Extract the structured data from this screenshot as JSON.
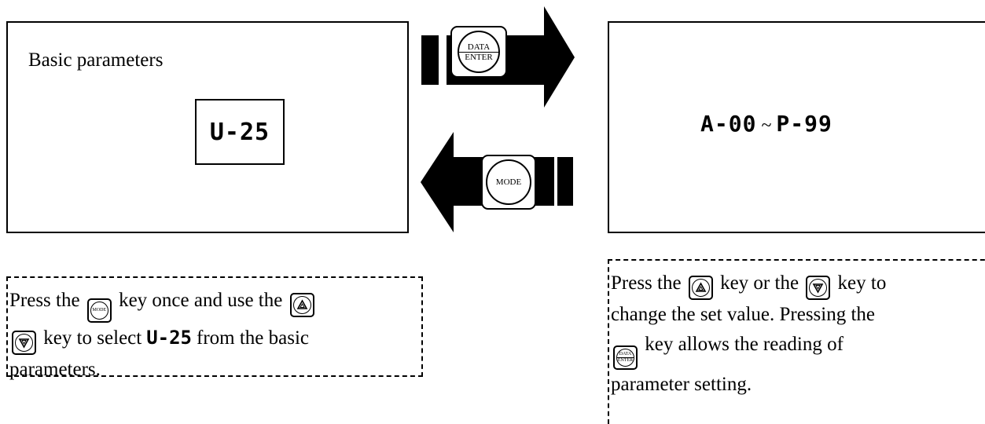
{
  "left_panel": {
    "title": "Basic parameters",
    "display_value": "U-25"
  },
  "right_panel": {
    "range_start": "A-00",
    "range_sep": "~",
    "range_end": "P-99"
  },
  "keys": {
    "data_enter_top": "DATA",
    "data_enter_bottom": "ENTER",
    "mode": "MODE"
  },
  "note_left": {
    "line1_a": "Press the",
    "line1_b": "key once and use the",
    "line2_a": "key to select",
    "line2_code": "U-25",
    "line2_b": "from the basic",
    "line3": "parameters."
  },
  "note_right": {
    "line1_a": "Press the",
    "line1_b": "key or the",
    "line1_c": "key to",
    "line2": "change the set value. Pressing the",
    "line3_b": "key allows the reading of",
    "line4": "parameter setting."
  },
  "icons": [
    "data-enter-key-icon",
    "mode-key-icon",
    "up-key-icon",
    "down-key-icon",
    "right-arrow-icon",
    "left-arrow-icon"
  ]
}
